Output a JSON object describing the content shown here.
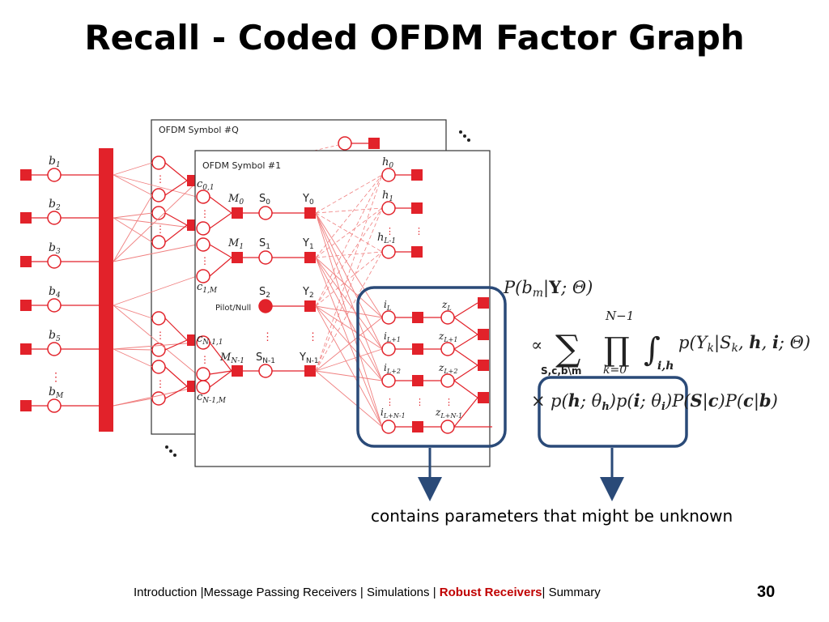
{
  "slide": {
    "title": "Recall - Coded OFDM Factor Graph",
    "caption": "contains parameters that might be unknown",
    "page_number": "30"
  },
  "footer": {
    "items": [
      "Introduction",
      "Message Passing Receivers",
      "Simulations",
      "Robust Receivers",
      "Summary"
    ],
    "separator": "|",
    "active": "Robust Receivers"
  },
  "diagram": {
    "frame_back_label": "OFDM Symbol #Q",
    "frame_front_label": "OFDM Symbol #1",
    "pilot_label": "Pilot/Null",
    "bit_labels": [
      "b",
      "b",
      "b",
      "b",
      "b",
      "b"
    ],
    "bit_subs": [
      "1",
      "2",
      "3",
      "4",
      "5",
      "M"
    ],
    "code_labels": [
      "c",
      "c",
      "c",
      "c"
    ],
    "code_subs": [
      "0,1",
      "1,M",
      "N-1,1",
      "N-1,M"
    ],
    "mod_labels": [
      "M",
      "M",
      "M"
    ],
    "mod_subs": [
      "0",
      "1",
      "N-1"
    ],
    "sym_labels": [
      "S",
      "S",
      "S",
      "S"
    ],
    "sym_subs": [
      "0",
      "1",
      "2",
      "N-1"
    ],
    "obs_labels": [
      "Y",
      "Y",
      "Y",
      "Y"
    ],
    "obs_subs": [
      "0",
      "1",
      "2",
      "N-1"
    ],
    "h_labels": [
      "h",
      "h",
      "h"
    ],
    "h_subs": [
      "0",
      "1",
      "L-1"
    ],
    "i_labels": [
      "i",
      "i",
      "i",
      "i"
    ],
    "i_subs": [
      "L",
      "L+1",
      "L+2",
      "L+N-1"
    ],
    "z_labels": [
      "z",
      "z",
      "z",
      "z"
    ],
    "z_subs": [
      "L",
      "L+1",
      "L+2",
      "L+N-1"
    ]
  },
  "equation": {
    "lhs": "P(bm|Y;Θ)",
    "line2": "∝ Σ_{S,c,b\\m} Π_{k=0}^{N-1} ∫_{i,h} p(Yk|Sk,h,i;Θ)",
    "line3": "× p(h;θh)p(i;θi)P(S|c)P(c|b)"
  },
  "colors": {
    "red": "#e2222a",
    "box_blue": "#2a4a78",
    "link": "#f08080",
    "active_footer": "#c00000"
  }
}
